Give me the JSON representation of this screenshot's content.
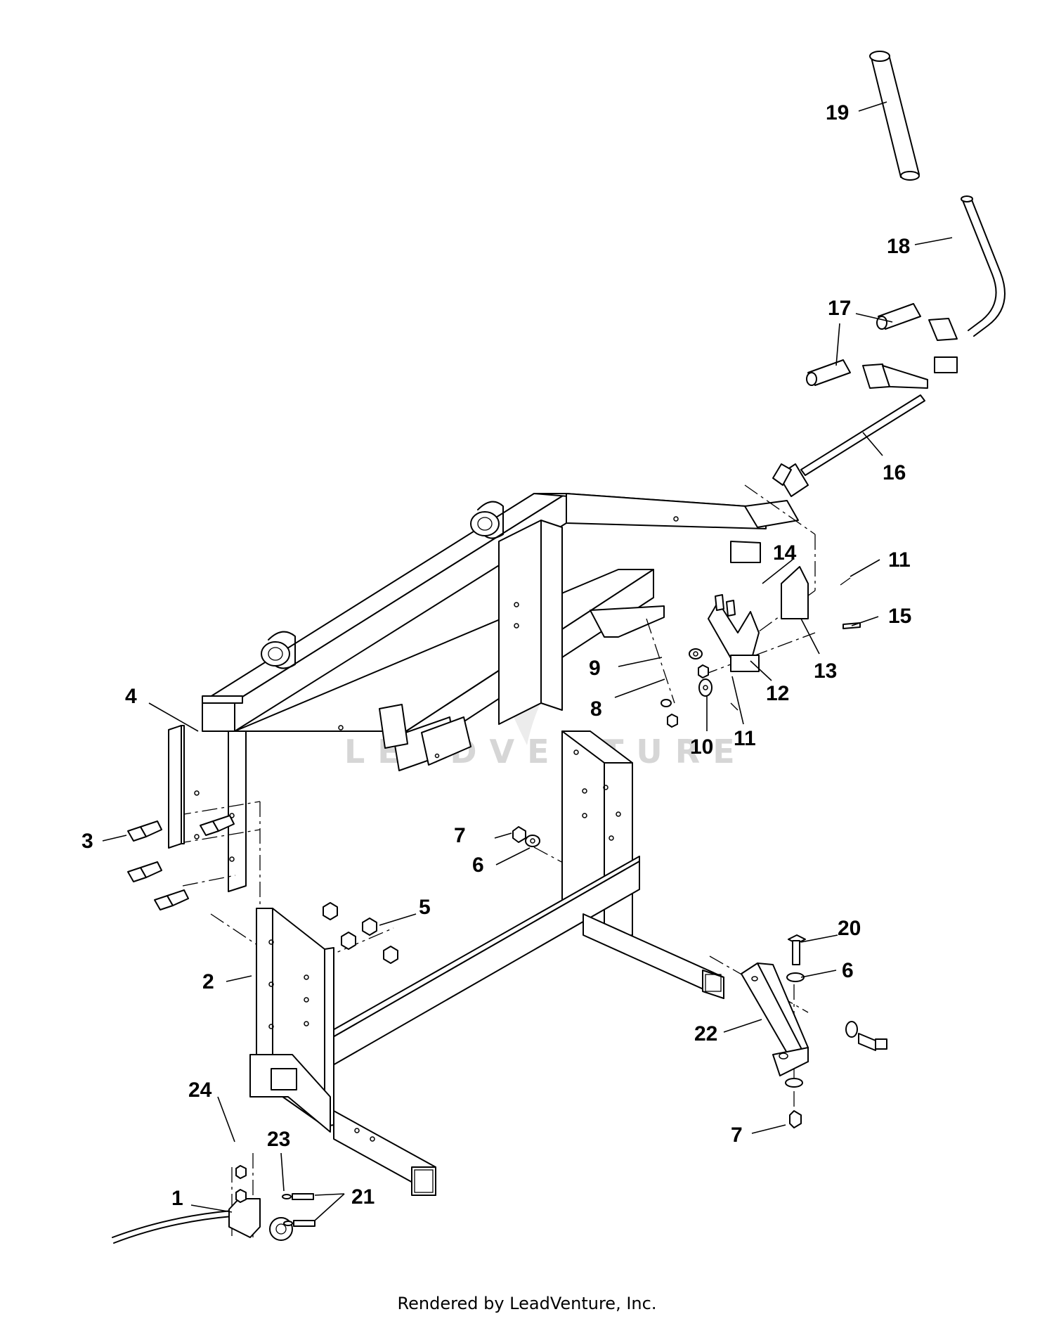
{
  "watermark": "LEADVENTURE",
  "footer": "Rendered by LeadVenture, Inc.",
  "callouts": {
    "c1": "1",
    "c2": "2",
    "c3": "3",
    "c4": "4",
    "c5": "5",
    "c6a": "6",
    "c6b": "6",
    "c7a": "7",
    "c7b": "7",
    "c8": "8",
    "c9": "9",
    "c10": "10",
    "c11a": "11",
    "c11b": "11",
    "c12": "12",
    "c13": "13",
    "c14": "14",
    "c15": "15",
    "c16": "16",
    "c17": "17",
    "c18": "18",
    "c19": "19",
    "c20": "20",
    "c21": "21",
    "c22": "22",
    "c23": "23",
    "c24": "24"
  }
}
